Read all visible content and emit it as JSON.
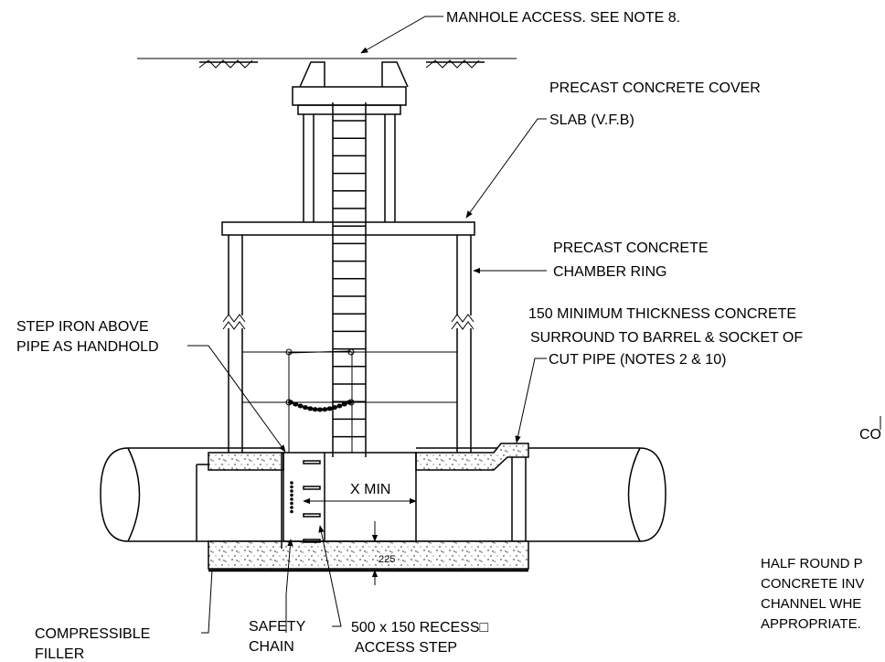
{
  "labels": {
    "manhole_access": "MANHOLE ACCESS. SEE NOTE 8.",
    "cover_slab_1": "PRECAST CONCRETE COVER",
    "cover_slab_2": "SLAB (V.F.B)",
    "chamber_ring_1": "PRECAST CONCRETE",
    "chamber_ring_2": "CHAMBER RING",
    "surround_1": "150 MINIMUM THICKNESS  CONCRETE",
    "surround_2": "SURROUND TO  BARREL & SOCKET OF",
    "surround_3": "CUT PIPE (NOTES 2 & 10)",
    "step_iron_1": "STEP IRON ABOVE",
    "step_iron_2": "PIPE AS HANDHOLD",
    "x_min": "X MIN",
    "dim_225": "225",
    "compressible_1": "COMPRESSIBLE",
    "compressible_2": "FILLER",
    "safety_1": "SAFETY",
    "safety_2": "CHAIN",
    "recess_1": "500 x 150 RECESS□",
    "recess_2": "ACCESS STEP",
    "half_round_1": "HALF ROUND P",
    "half_round_2": "CONCRETE INV",
    "half_round_3": "CHANNEL WHE",
    "half_round_4": "APPROPRIATE.",
    "cropped_co": "CO"
  }
}
